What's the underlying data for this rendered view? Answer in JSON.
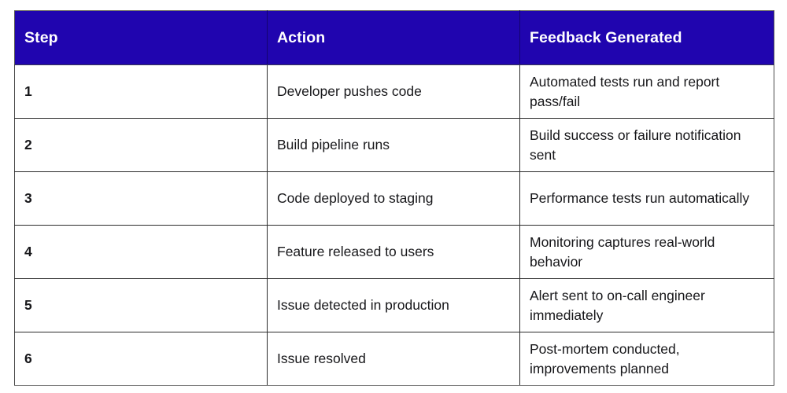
{
  "table": {
    "accent_color": "#2005AF",
    "header_text_color": "#FFFFFF",
    "body_text_color": "#17171A",
    "border_color": "#2B2B2B",
    "background_color": "#FFFFFF",
    "columns": [
      {
        "key": "step",
        "label": "Step"
      },
      {
        "key": "action",
        "label": "Action"
      },
      {
        "key": "feedback",
        "label": "Feedback Generated"
      }
    ],
    "rows": [
      {
        "step": "1",
        "action": "Developer pushes code",
        "feedback": "Automated tests run and report pass/fail"
      },
      {
        "step": "2",
        "action": "Build pipeline runs",
        "feedback": "Build success or failure notification sent"
      },
      {
        "step": "3",
        "action": "Code deployed to staging",
        "feedback": "Performance tests run automatically"
      },
      {
        "step": "4",
        "action": "Feature released to users",
        "feedback": "Monitoring captures real-world behavior"
      },
      {
        "step": "5",
        "action": "Issue detected in production",
        "feedback": "Alert sent to on-call engineer immediately"
      },
      {
        "step": "6",
        "action": "Issue resolved",
        "feedback": "Post-mortem conducted, improvements planned"
      }
    ]
  }
}
